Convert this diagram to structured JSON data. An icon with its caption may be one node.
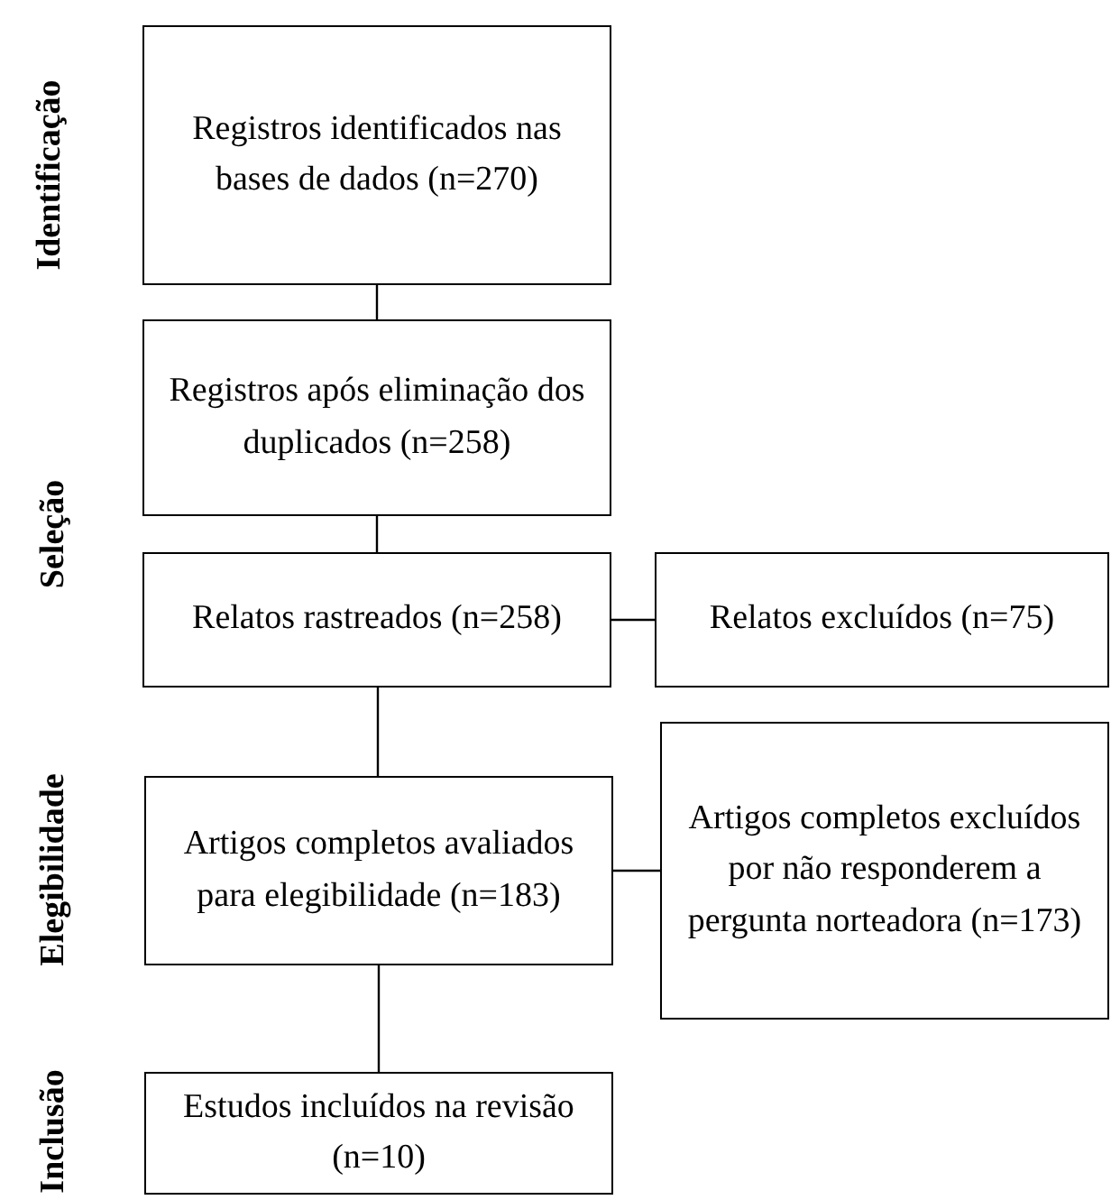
{
  "diagram": {
    "nodes": [
      {
        "text": [
          "Registros identificados nas bases de dados (n=270)"
        ]
      },
      {
        "text": [
          "Registros após eliminação dos duplicados (n=258)"
        ]
      },
      {
        "text": [
          "Relatos rastreados (n=258)"
        ]
      },
      {
        "text": [
          "Relatos excluídos (n=75)"
        ]
      },
      {
        "text": [
          "Artigos completos avaliados para elegibilidade (n=183)"
        ]
      },
      {
        "text": [
          "Artigos completos excluídos por não responderem a pergunta norteadora (n=173)"
        ]
      },
      {
        "text": [
          "Estudos incluídos na revisão (n=10)"
        ]
      }
    ],
    "edges": [
      {
        "from": 0,
        "to": 1,
        "arrow": "none"
      },
      {
        "from": 1,
        "to": 2,
        "arrow": "none"
      },
      {
        "from": 2,
        "to": 3,
        "arrow": "none"
      },
      {
        "from": 2,
        "to": 4,
        "arrow": "none"
      },
      {
        "from": 4,
        "to": 5,
        "arrow": "none"
      },
      {
        "from": 4,
        "to": 6,
        "arrow": "none"
      }
    ],
    "labels": [
      "Identificação",
      "Seleção",
      "Elegibilidade",
      "Inclusão"
    ]
  }
}
